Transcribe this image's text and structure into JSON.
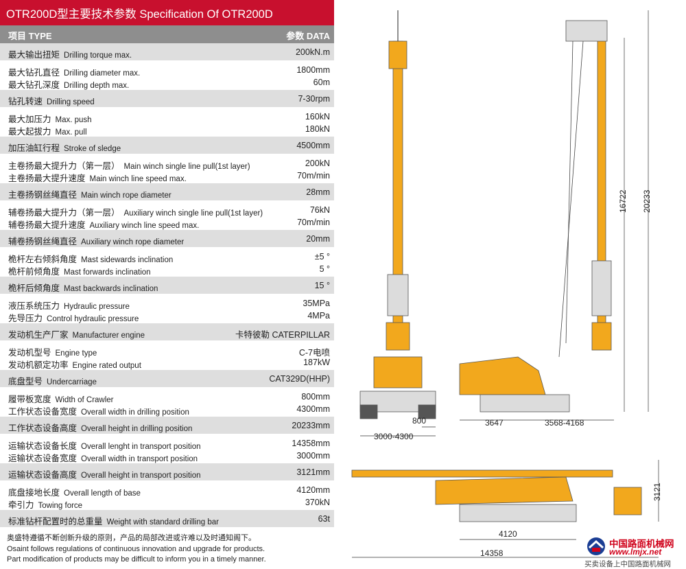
{
  "title": "OTR200D型主要技术参数  Specification Of OTR200D",
  "header": {
    "left": "项目 TYPE",
    "right": "参数 DATA"
  },
  "rows": [
    {
      "shade": true,
      "lines": [
        {
          "cn": "最大输出扭矩",
          "en": "Drilling torque max.",
          "val": "200kN.m"
        }
      ]
    },
    {
      "shade": false,
      "lines": [
        {
          "cn": "最大钻孔直径",
          "en": "Drilling diameter max.",
          "val": "1800mm"
        },
        {
          "cn": "最大钻孔深度",
          "en": "Drilling depth max.",
          "val": "60m"
        }
      ]
    },
    {
      "shade": true,
      "lines": [
        {
          "cn": "钻孔转速",
          "en": "Drilling speed",
          "val": "7-30rpm"
        }
      ]
    },
    {
      "shade": false,
      "lines": [
        {
          "cn": "最大加压力",
          "en": "Max. push",
          "val": "160kN"
        },
        {
          "cn": "最大起拔力",
          "en": "Max. pull",
          "val": "180kN"
        }
      ]
    },
    {
      "shade": true,
      "lines": [
        {
          "cn": "加压油缸行程",
          "en": "Stroke of sledge",
          "val": "4500mm"
        }
      ]
    },
    {
      "shade": false,
      "lines": [
        {
          "cn": "主卷扬最大提升力（第一层）",
          "en": "Main winch single line pull(1st  layer)",
          "val": "200kN"
        },
        {
          "cn": "主卷扬最大提升速度",
          "en": "Main winch line speed max.",
          "val": "70m/min"
        }
      ]
    },
    {
      "shade": true,
      "lines": [
        {
          "cn": "主卷扬钢丝绳直径",
          "en": "Main winch rope diameter",
          "val": "28mm"
        }
      ]
    },
    {
      "shade": false,
      "lines": [
        {
          "cn": "辅卷扬最大提升力（第一层）",
          "en": "Auxiliary winch single line pull(1st  layer)",
          "val": "76kN"
        },
        {
          "cn": "辅卷扬最大提升速度",
          "en": "Auxiliary winch line speed max.",
          "val": "70m/min"
        }
      ]
    },
    {
      "shade": true,
      "lines": [
        {
          "cn": "辅卷扬钢丝绳直径",
          "en": "Auxiliary winch rope diameter",
          "val": "20mm"
        }
      ]
    },
    {
      "shade": false,
      "lines": [
        {
          "cn": "桅杆左右倾斜角度",
          "en": "Mast sidewards inclination",
          "val": "±5 °"
        },
        {
          "cn": "桅杆前倾角度",
          "en": "Mast forwards inclination",
          "val": "5 °"
        }
      ]
    },
    {
      "shade": true,
      "lines": [
        {
          "cn": "桅杆后倾角度",
          "en": "Mast backwards inclination",
          "val": "15 °"
        }
      ]
    },
    {
      "shade": false,
      "lines": [
        {
          "cn": "液压系统压力",
          "en": "Hydraulic pressure",
          "val": "35MPa"
        },
        {
          "cn": "先导压力",
          "en": "Control hydraulic pressure",
          "val": "4MPa"
        }
      ]
    },
    {
      "shade": true,
      "lines": [
        {
          "cn": "发动机生产厂家",
          "en": "Manufacturer engine",
          "val": "卡特彼勒  CATERPILLAR"
        }
      ]
    },
    {
      "shade": false,
      "lines": [
        {
          "cn": "发动机型号",
          "en": "Engine type",
          "val": "C-7电喷"
        },
        {
          "cn": "发动机额定功率",
          "en": "Engine rated output",
          "val": "187kW"
        }
      ]
    },
    {
      "shade": true,
      "lines": [
        {
          "cn": "底盘型号",
          "en": "Undercarriage",
          "val": "CAT329D(HHP)"
        }
      ]
    },
    {
      "shade": false,
      "lines": [
        {
          "cn": "履带板宽度",
          "en": "Width of Crawler",
          "val": "800mm"
        },
        {
          "cn": "工作状态设备宽度",
          "en": "Overall width in drilling position",
          "val": "4300mm"
        }
      ]
    },
    {
      "shade": true,
      "lines": [
        {
          "cn": "工作状态设备高度",
          "en": "Overall height in drilling position",
          "val": "20233mm"
        }
      ]
    },
    {
      "shade": false,
      "lines": [
        {
          "cn": "运输状态设备长度",
          "en": "Overall lenght in transport position",
          "val": "14358mm"
        },
        {
          "cn": "运输状态设备宽度",
          "en": "Overall width in transport position",
          "val": "3000mm"
        }
      ]
    },
    {
      "shade": true,
      "lines": [
        {
          "cn": "运输状态设备高度",
          "en": "Overall height in transport position",
          "val": "3121mm"
        }
      ]
    },
    {
      "shade": false,
      "lines": [
        {
          "cn": "底盘接地长度",
          "en": "Overall length of  base",
          "val": "4120mm"
        },
        {
          "cn": "牵引力",
          "en": "Towing force",
          "val": "370kN"
        }
      ]
    },
    {
      "shade": true,
      "lines": [
        {
          "cn": "标准钻杆配置时的总重量",
          "en": "Weight with standard drilling bar",
          "val": "63t"
        }
      ]
    }
  ],
  "footer": [
    "奥盛特遵循不断创新升级的原则，产品的局部改进或许难以及时通知阁下。",
    "Osaint follows regulations of continuous innovation and upgrade for products.",
    "Part modification of products may be difficult to inform you in a timely manner."
  ],
  "dimensions": {
    "front_width": "3000-4300",
    "crawler_width": "800",
    "side_rear": "3647",
    "side_front": "3568-4168",
    "mast_height": "16722",
    "total_height": "20233",
    "transport_height": "3121",
    "base_length": "4120",
    "transport_length": "14358"
  },
  "logo": {
    "name": "中国路面机械网",
    "url": "www.lmjx.net",
    "slogan": "买卖设备上中国路面机械网"
  },
  "colors": {
    "title_bg": "#c8102e",
    "header_bg": "#8e8e8e",
    "shade_bg": "#dedede",
    "machine": "#f2a81d",
    "logo_red": "#d0021b"
  }
}
